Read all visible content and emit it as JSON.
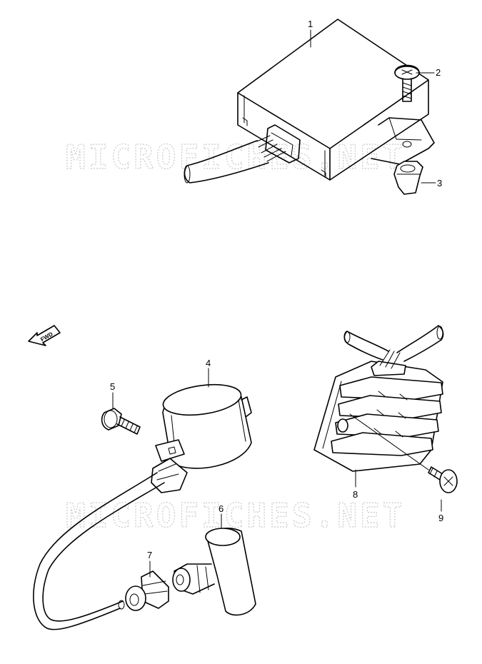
{
  "watermark": "MICROFICHES.NET",
  "direction_badge": "FWD",
  "callouts": {
    "ecu": "1",
    "ecu_screw": "2",
    "ecu_nut": "3",
    "ignition_coil": "4",
    "coil_bolt": "5",
    "plug_cap": "6",
    "cap_seal": "7",
    "regulator": "8",
    "regulator_screw": "9"
  }
}
